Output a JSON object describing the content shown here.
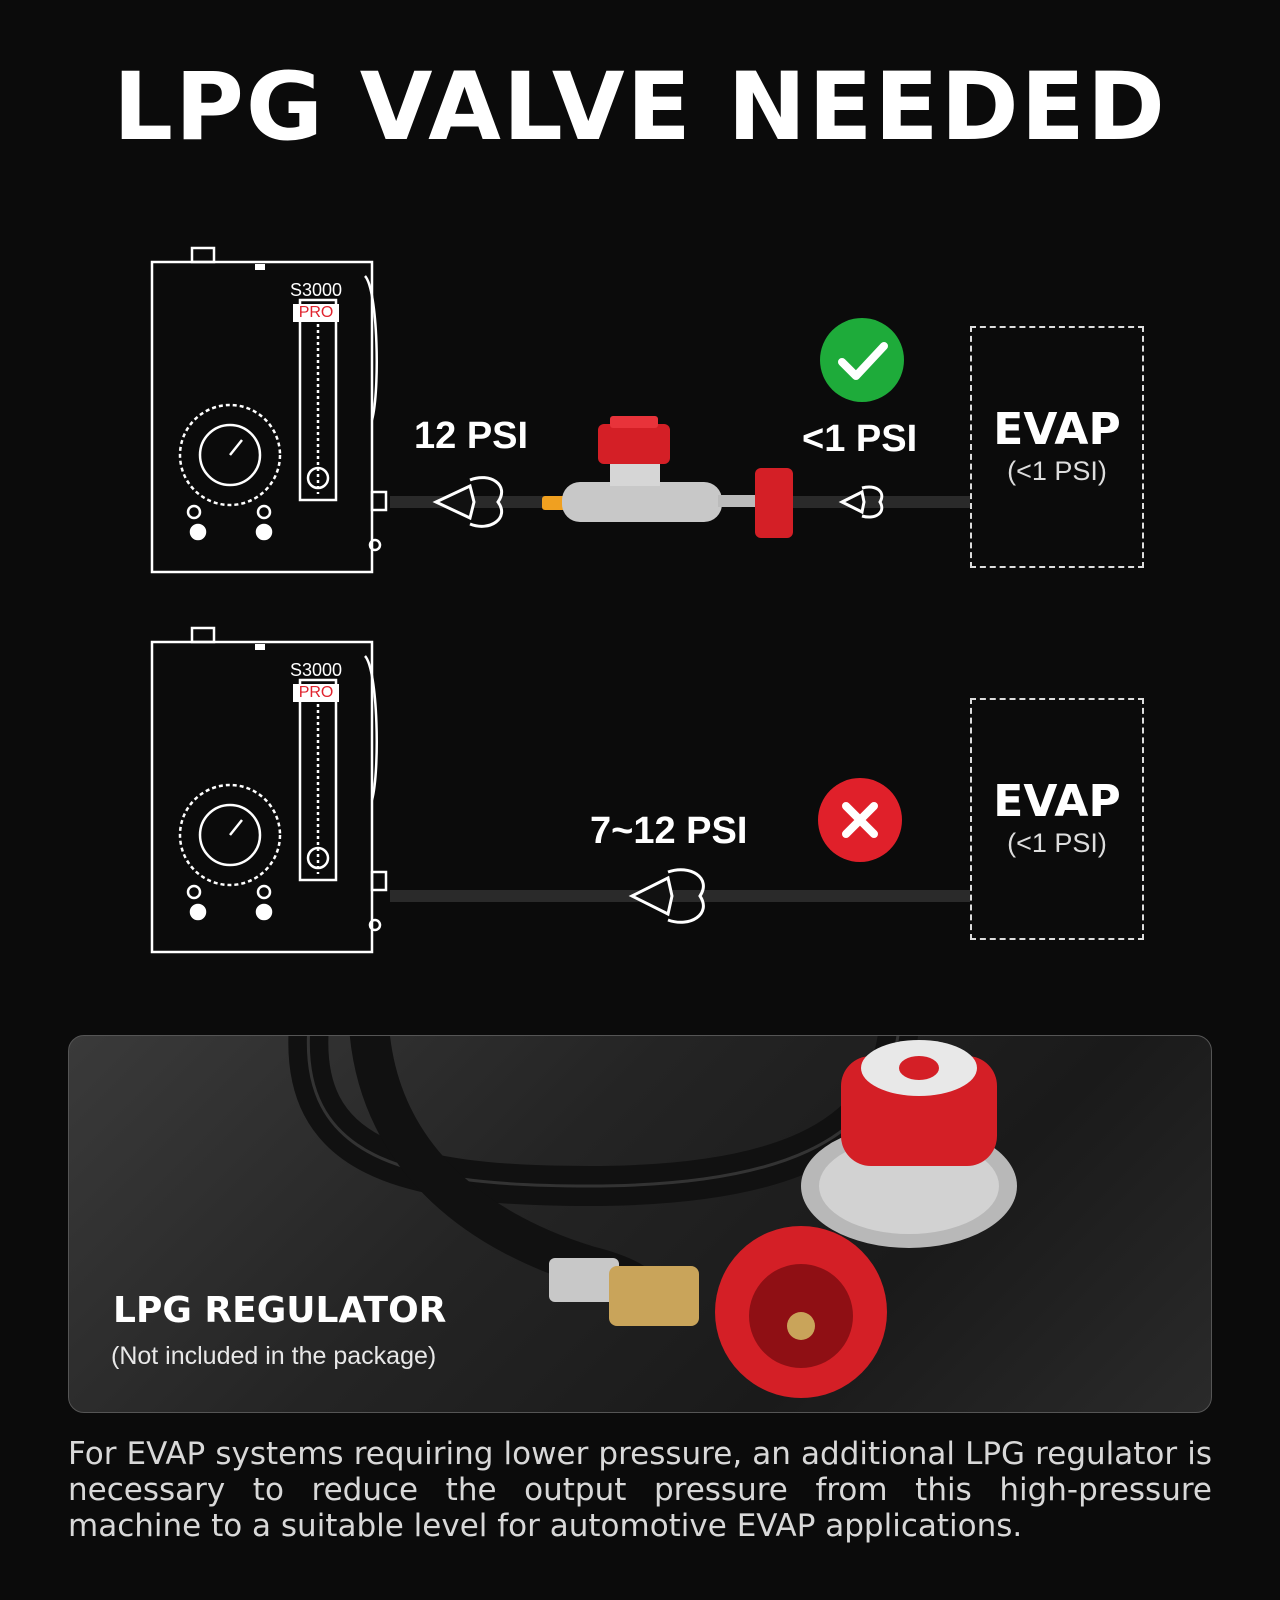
{
  "title": "LPG VALVE NEEDED",
  "machine": {
    "model": "S3000",
    "badge": "PRO"
  },
  "row1": {
    "input_psi": "12 PSI",
    "output_psi": "<1 PSI",
    "status": "check-icon",
    "evap_title": "EVAP",
    "evap_sub": "(<1 PSI)"
  },
  "row2": {
    "psi": "7~12 PSI",
    "status": "cross-icon",
    "evap_title": "EVAP",
    "evap_sub": "(<1 PSI)"
  },
  "regulator_panel": {
    "title": "LPG REGULATOR",
    "subtitle": "(Not included in the package)"
  },
  "description": "For EVAP systems requiring lower pressure, an additional LPG regulator is necessary to reduce the output pressure from this high-pressure machine to a suitable level for automotive EVAP applications.",
  "colors": {
    "accent_red": "#e0232e",
    "check_green": "#1eab3a",
    "background": "#0b0b0b"
  }
}
